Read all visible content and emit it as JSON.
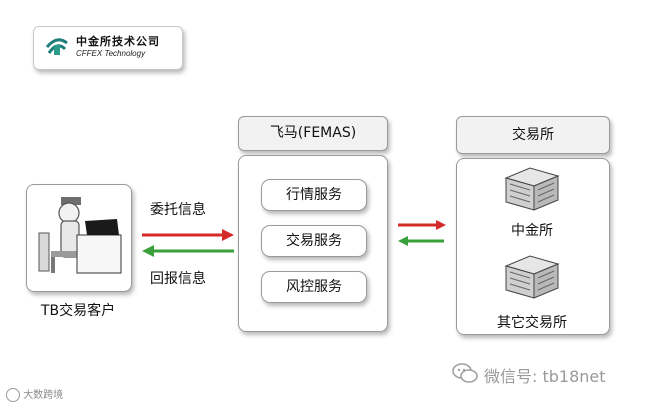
{
  "logo": {
    "name_cn": "中金所技术公司",
    "name_en": "CFFEX Technology",
    "icon": "cffex-logo-icon"
  },
  "client": {
    "label": "TB交易客户",
    "icon": "person-at-computer-icon"
  },
  "flow_labels": {
    "entrust": "委托信息",
    "report": "回报信息"
  },
  "femas": {
    "title": "飞马(FEMAS)",
    "services": [
      "行情服务",
      "交易服务",
      "风控服务"
    ]
  },
  "exchange": {
    "title": "交易所",
    "items": [
      {
        "label": "中金所",
        "icon": "server-building-icon"
      },
      {
        "label": "其它交易所",
        "icon": "server-building-icon"
      }
    ]
  },
  "arrows": {
    "request_color": "#d42a2a",
    "response_color": "#3aa13a"
  },
  "watermark": {
    "text": "微信号: tb18net",
    "icon": "wechat-icon"
  },
  "corner_mark": "大数跨境"
}
